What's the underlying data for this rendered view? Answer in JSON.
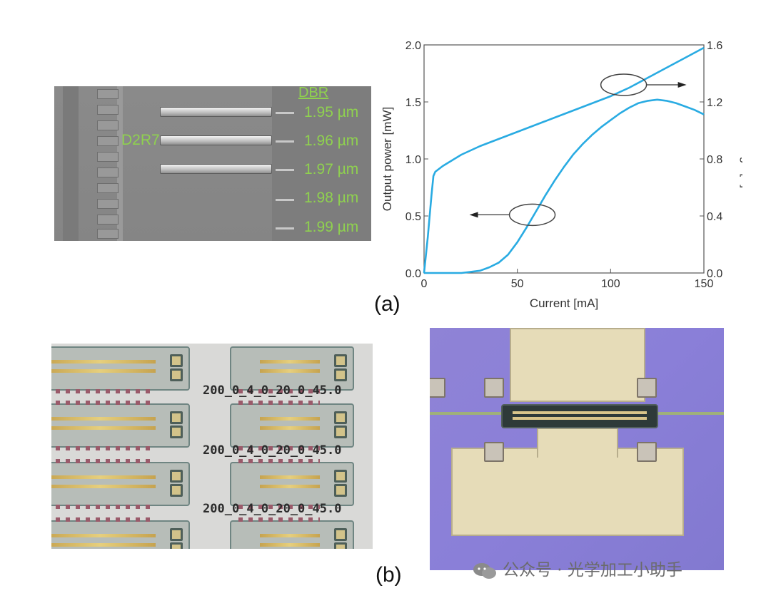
{
  "sem": {
    "dbr_label": "DBR",
    "device_label": "D2R7",
    "gratings": [
      "1.95 µm",
      "1.96 µm",
      "1.97 µm",
      "1.98 µm",
      "1.99 µm"
    ]
  },
  "panel_labels": {
    "a": "(a)",
    "b": "(b)"
  },
  "chart_data": {
    "type": "line",
    "xlabel": "Current [mA]",
    "ylabel": "Output power [mW]",
    "y2label": "Voltage [V]",
    "xlim": [
      0,
      150
    ],
    "ylim": [
      0,
      2.0
    ],
    "y2lim": [
      0,
      1.6
    ],
    "x_ticks": [
      "0",
      "50",
      "100",
      "150"
    ],
    "y_ticks": [
      "0.0",
      "0.5",
      "1.0",
      "1.5",
      "2.0"
    ],
    "y2_ticks": [
      "0.0",
      "0.4",
      "0.8",
      "1.2",
      "1.6"
    ],
    "color": "#29abe2",
    "series": [
      {
        "axis": "left",
        "x": [
          0,
          10,
          20,
          30,
          35,
          40,
          45,
          50,
          55,
          60,
          65,
          70,
          75,
          80,
          85,
          90,
          95,
          100,
          105,
          110,
          115,
          120,
          125,
          130,
          135,
          140,
          145,
          150
        ],
        "y": [
          0,
          0,
          0,
          0.02,
          0.05,
          0.09,
          0.16,
          0.27,
          0.4,
          0.54,
          0.68,
          0.81,
          0.93,
          1.04,
          1.13,
          1.21,
          1.28,
          1.34,
          1.4,
          1.45,
          1.49,
          1.51,
          1.52,
          1.51,
          1.49,
          1.46,
          1.43,
          1.39
        ]
      },
      {
        "axis": "right",
        "x": [
          0,
          2,
          4,
          5,
          6,
          8,
          10,
          15,
          20,
          30,
          40,
          50,
          60,
          70,
          80,
          90,
          100,
          110,
          120,
          130,
          140,
          150
        ],
        "y": [
          0,
          0.25,
          0.55,
          0.68,
          0.71,
          0.73,
          0.75,
          0.79,
          0.83,
          0.89,
          0.94,
          0.99,
          1.04,
          1.09,
          1.14,
          1.19,
          1.24,
          1.3,
          1.37,
          1.44,
          1.51,
          1.58
        ]
      }
    ],
    "ellipses": [
      {
        "x": 107,
        "y2": 1.32,
        "arrow": "right"
      },
      {
        "x": 58,
        "y": 0.51,
        "arrow": "left"
      }
    ]
  },
  "opt1": {
    "labels": [
      "200_0_4_0_20_0_45.0",
      "200_0_4_0_20_0_45.0",
      "200_0_4_0_20_0_45.0"
    ]
  },
  "watermark": {
    "text": "公众号 · 光学加工小助手"
  }
}
